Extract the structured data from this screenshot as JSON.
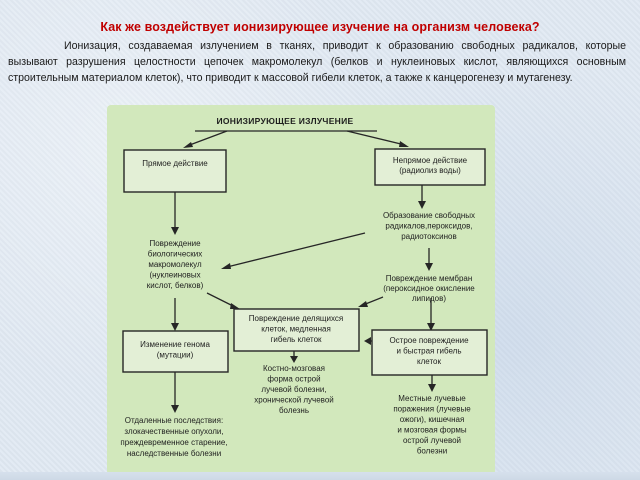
{
  "heading": "Как же воздействует ионизирующее изучение на организм человека?",
  "paragraph": "Ионизация, создаваемая излучением в тканях, приводит к образованию свободных радикалов, которые вызывают разрушения целостности цепочек макромолекул (белков и нуклеиновых кислот, являющихся основным строительным материалом клеток), что приводит к массовой гибели клеток, а также к канцерогенезу и мутагенезу.",
  "diagram": {
    "title": "ИОНИЗИРУЮЩЕЕ ИЗЛУЧЕНИЕ",
    "direct": [
      "Прямое действие"
    ],
    "indirect": [
      "Непрямое действие",
      "(радиолиз воды)"
    ],
    "radicals": [
      "Образование свободных",
      "радикалов,пероксидов,",
      "радиотоксинов"
    ],
    "macro_damage": [
      "Повреждение",
      "биологических",
      "макромолекул",
      "(нуклеиновых",
      "кислот, белков)"
    ],
    "membrane_damage": [
      "Повреждение мембран",
      "(пероксидное окисление",
      "липидов)"
    ],
    "dividing_cells": [
      "Повреждение делящихся",
      "клеток, медленная",
      "гибель клеток"
    ],
    "genome_change": [
      "Изменение генома",
      "(мутации)"
    ],
    "acute_damage": [
      "Острое повреждение",
      "и быстрая гибель",
      "клеток"
    ],
    "bone_marrow": [
      "Костно-мозговая",
      "форма острой",
      "лучевой болезни,",
      "хронической лучевой",
      "болезнь"
    ],
    "late_effects": [
      "Отдаленные последствия:",
      "злокачественные опухоли,",
      "преждевременное старение,",
      "наследственные болезни"
    ],
    "local_effects": [
      "Местные лучевые",
      "поражения (лучевые",
      "ожоги), кишечная",
      "и мозговая формы",
      "острой лучевой",
      "болезни"
    ]
  },
  "colors": {
    "heading": "#c00000",
    "background": "#dfe8f2",
    "diagram_background": "#d2e8bc",
    "box_fill": "#e3efd6",
    "lines": "#262626"
  }
}
